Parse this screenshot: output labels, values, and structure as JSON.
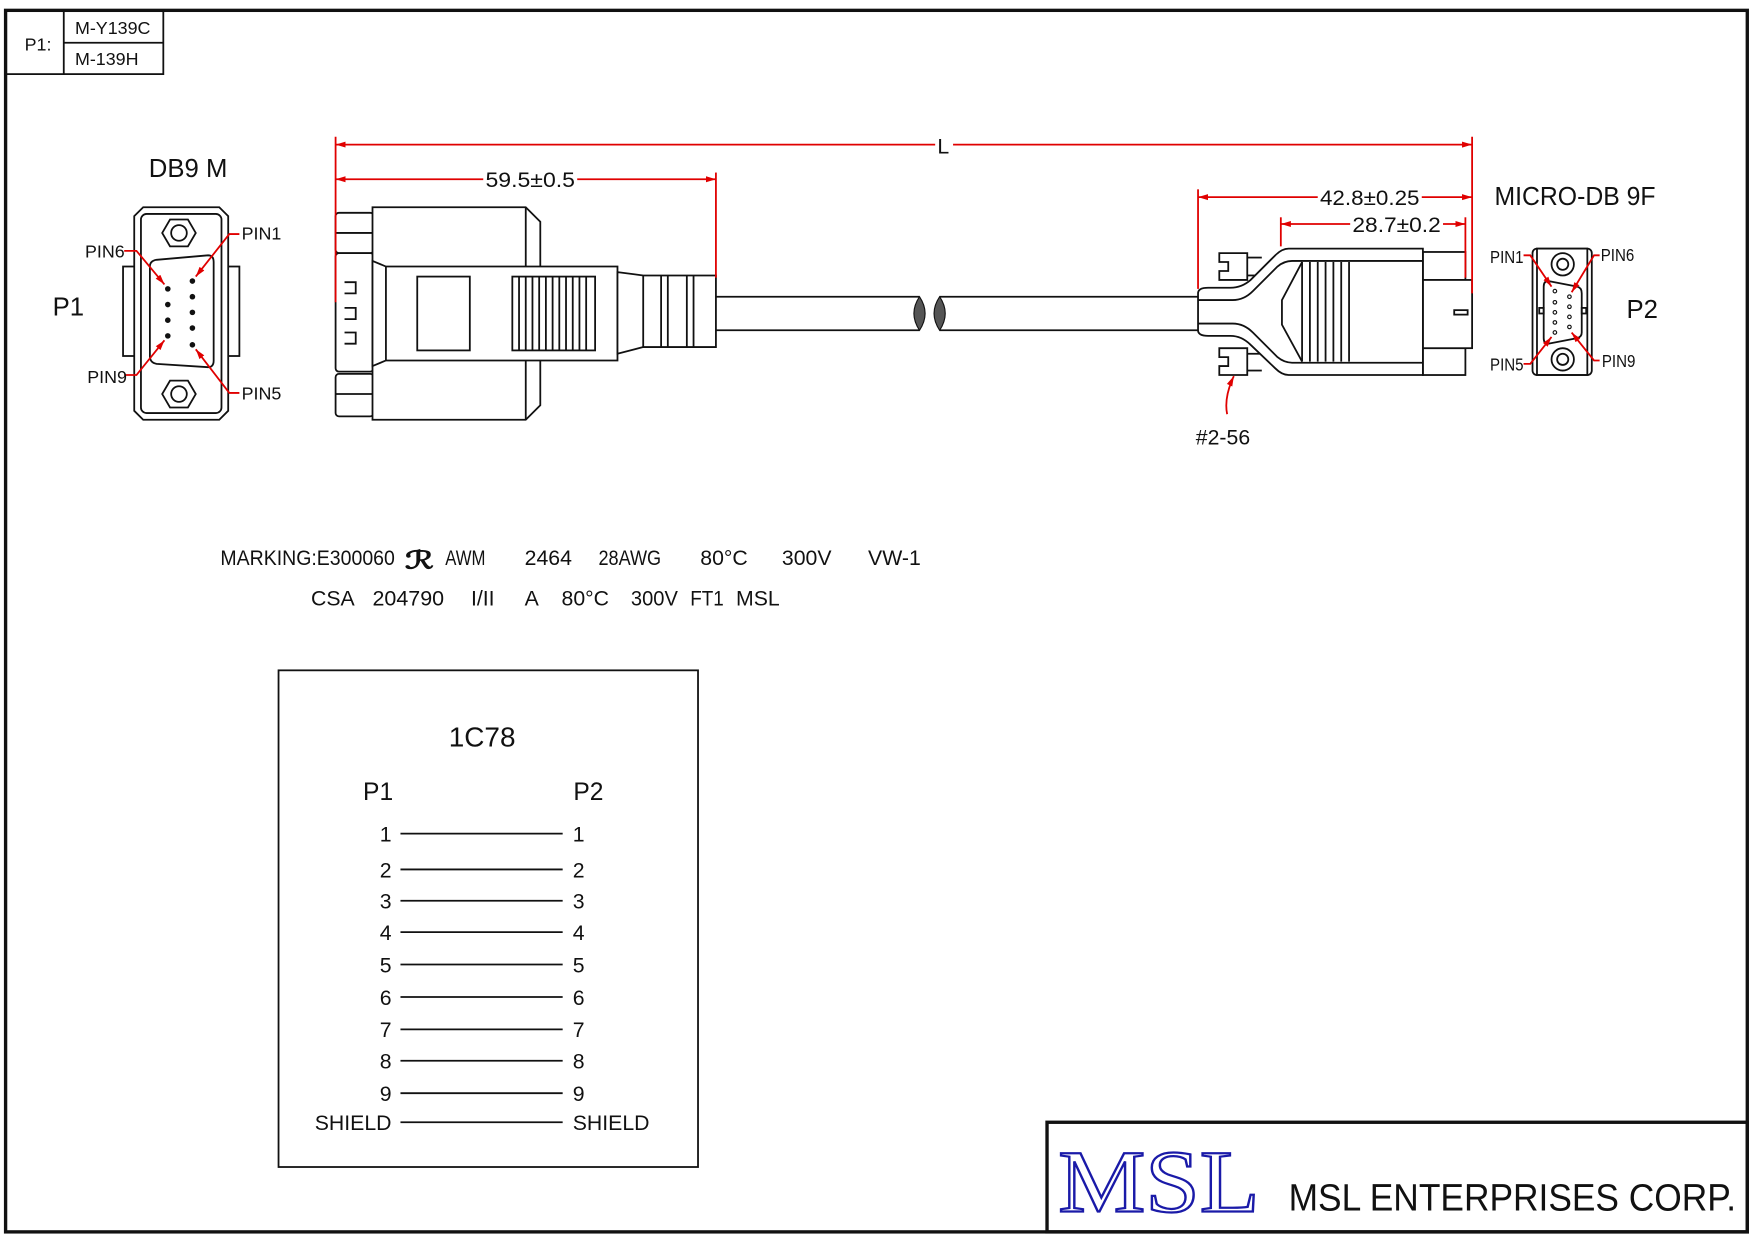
{
  "colors": {
    "dimension": "#e00000",
    "line": "#111111",
    "logo": "#1a1aa8"
  },
  "part_table": {
    "label": "P1:",
    "part_numbers": [
      "M-Y139C",
      "M-139H"
    ]
  },
  "p1": {
    "name": "P1",
    "type": "DB9  M",
    "pins": {
      "pin1": "PIN1",
      "pin5": "PIN5",
      "pin6": "PIN6",
      "pin9": "PIN9"
    }
  },
  "p2": {
    "name": "P2",
    "type": "MICRO-DB  9F",
    "pins": {
      "pin1": "PIN1",
      "pin5": "PIN5",
      "pin6": "PIN6",
      "pin9": "PIN9"
    }
  },
  "dimensions": {
    "overall": "L",
    "p1_length": "59.5±0.5",
    "p2_length": "42.8±0.25",
    "p2_body": "28.7±0.2",
    "screw": "#2-56"
  },
  "marking": {
    "line1": [
      "MARKING:E300060",
      "AWM",
      "2464",
      "28AWG",
      "80°C",
      "300V",
      "VW-1"
    ],
    "ul_mark": "UL",
    "line2": [
      "CSA",
      "204790",
      "I/II",
      "A",
      "80°C",
      "300V",
      "FT1",
      "MSL"
    ]
  },
  "wiring": {
    "cable": "1C78",
    "left_header": "P1",
    "right_header": "P2",
    "connections": [
      [
        "1",
        "1"
      ],
      [
        "2",
        "2"
      ],
      [
        "3",
        "3"
      ],
      [
        "4",
        "4"
      ],
      [
        "5",
        "5"
      ],
      [
        "6",
        "6"
      ],
      [
        "7",
        "7"
      ],
      [
        "8",
        "8"
      ],
      [
        "9",
        "9"
      ],
      [
        "SHIELD",
        "SHIELD"
      ]
    ]
  },
  "title_block": {
    "logo": "MSL",
    "company": "MSL ENTERPRISES  CORP."
  }
}
